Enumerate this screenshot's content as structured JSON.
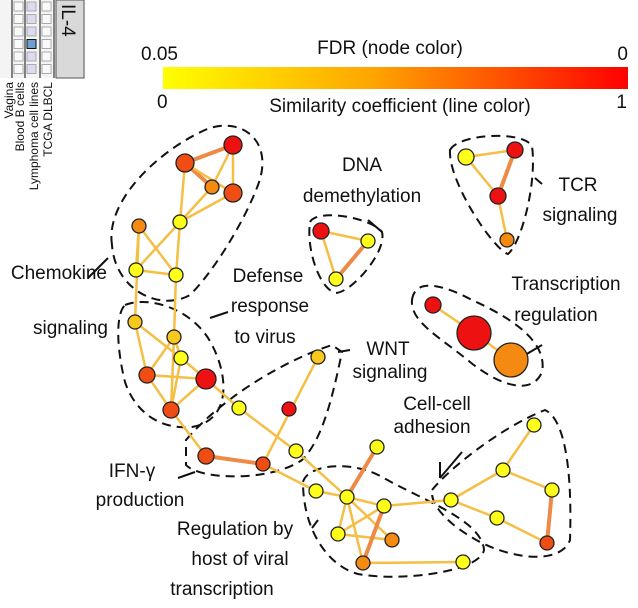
{
  "heatmap_fragment": {
    "row_labels": [
      "Vagina",
      "Blood B cells",
      "Lymphoma cell lines",
      "TCGA DLBCL"
    ],
    "column_header": "IL-4"
  },
  "legend": {
    "fdr_title": "FDR (node color)",
    "fdr_min": "0.05",
    "fdr_max": "0",
    "similarity_title": "Similarity coefficient (line color)",
    "similarity_min": "0",
    "similarity_max": "1",
    "color_low": "#ffff00",
    "color_high": "#ff0000"
  },
  "clusters": {
    "chemokine": [
      "Chemokine",
      "signaling"
    ],
    "dna": [
      "DNA",
      "demethylation"
    ],
    "tcr": [
      "TCR",
      "signaling"
    ],
    "transcription": [
      "Transcription",
      "regulation"
    ],
    "defense": [
      "Defense",
      "response",
      "to virus"
    ],
    "wnt": [
      "WNT",
      "signaling"
    ],
    "adhesion": [
      "Cell-cell",
      "adhesion"
    ],
    "ifn": [
      "IFN-γ",
      "production"
    ],
    "viral": [
      "Regulation by",
      "host of viral",
      "transcription"
    ]
  },
  "colors": {
    "yellow": "#ffff1a",
    "yellow_orange": "#f7c81e",
    "orange": "#f58a12",
    "orange_red": "#f04d14",
    "red": "#ee1111",
    "edge_light": "#f5be45",
    "edge_strong": "#ee8a48"
  }
}
